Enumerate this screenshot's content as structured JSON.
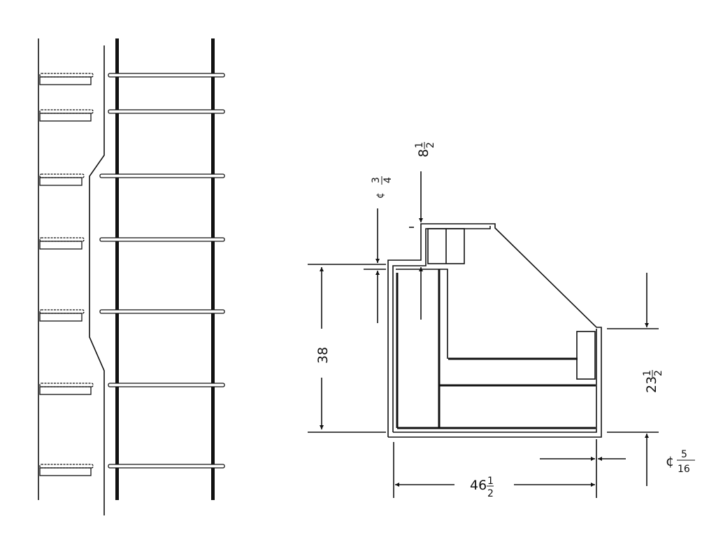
{
  "dimensions": {
    "height_38": {
      "whole": "38"
    },
    "offset_3_4": {
      "prefix": "¢",
      "num": "3",
      "den": "4"
    },
    "rise_8_1_2": {
      "whole": "8",
      "num": "1",
      "den": "2"
    },
    "height_23_1_2": {
      "whole": "23",
      "num": "1",
      "den": "2"
    },
    "width_46_1_2": {
      "whole": "46",
      "num": "1",
      "den": "2"
    },
    "offset_5_16": {
      "prefix": "¢",
      "num": "5",
      "den": "16"
    }
  },
  "colors": {
    "line": "#111111",
    "background": "#ffffff"
  }
}
